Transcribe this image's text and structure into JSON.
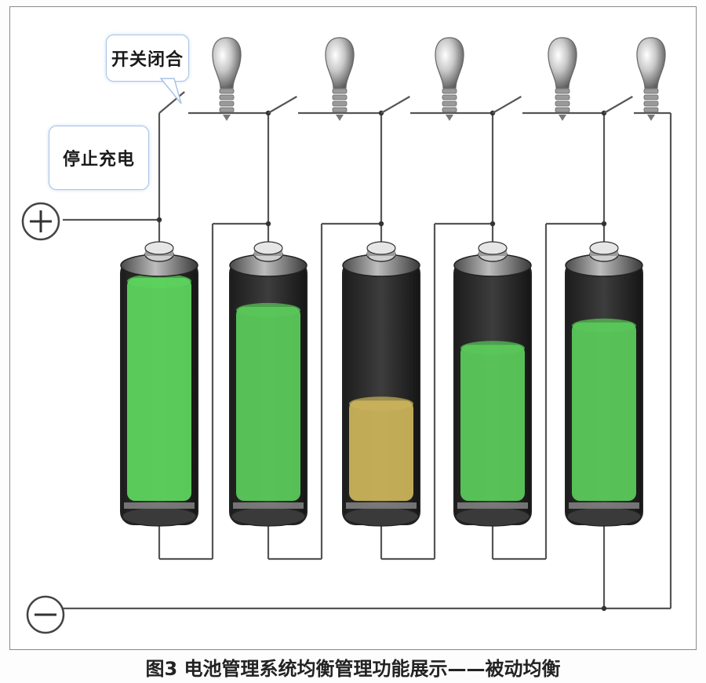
{
  "callouts": {
    "switch_closed": "开关闭合",
    "stop_charging": "停止充电"
  },
  "terminals": {
    "positive": "+",
    "negative": "−"
  },
  "batteries": [
    {
      "id": "battery-1",
      "charge_level": 1.0,
      "color": "#5dd35d"
    },
    {
      "id": "battery-2",
      "charge_level": 0.87,
      "color": "#5ac85a"
    },
    {
      "id": "battery-3",
      "charge_level": 0.45,
      "color": "#c9b25a"
    },
    {
      "id": "battery-4",
      "charge_level": 0.7,
      "color": "#5ac85a"
    },
    {
      "id": "battery-5",
      "charge_level": 0.8,
      "color": "#5ac85a"
    }
  ],
  "switch_states": [
    "closed",
    "open",
    "open",
    "open",
    "open"
  ],
  "caption": "图3 电池管理系统均衡管理功能展示——被动均衡"
}
